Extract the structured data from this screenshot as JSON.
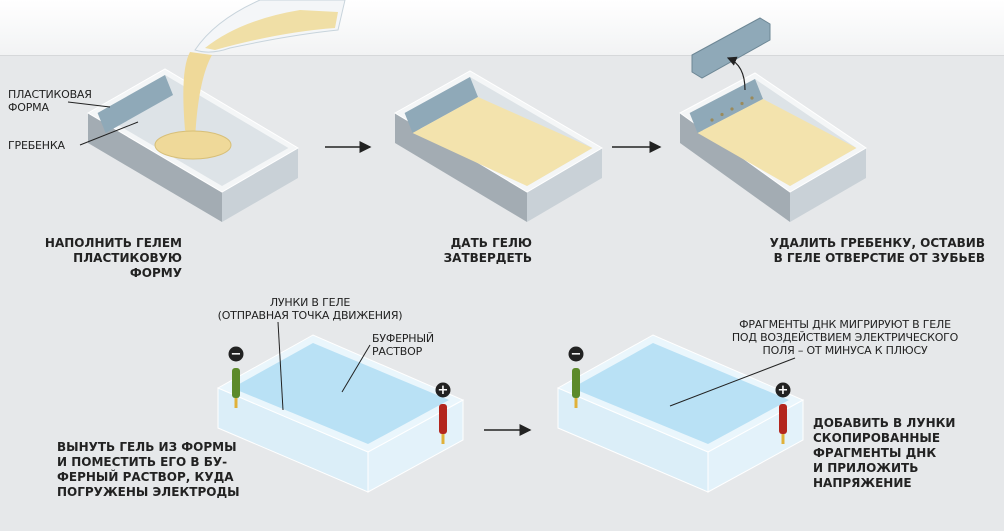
{
  "labels": {
    "plastic_form": [
      "ПЛАСТИКОВАЯ",
      "ФОРМА"
    ],
    "comb": "ГРЕБЕНКА",
    "wells": [
      "ЛУНКИ В ГЕЛЕ",
      "(ОТПРАВНАЯ ТОЧКА ДВИЖЕНИЯ)"
    ],
    "buffer": [
      "БУФЕРНЫЙ",
      "РАСТВОР"
    ],
    "migration": [
      "ФРАГМЕНТЫ ДНК МИГРИРУЮТ В ГЕЛЕ",
      "ПОД ВОЗДЕЙСТВИЕМ ЭЛЕКТРИЧЕСКОГО",
      "ПОЛЯ – ОТ МИНУСА К ПЛЮСУ"
    ]
  },
  "steps": [
    {
      "lines": [
        "НАПОЛНИТЬ ГЕЛЕМ",
        "ПЛАСТИКОВУЮ ФОРМУ"
      ]
    },
    {
      "lines": [
        "ДАТЬ ГЕЛЮ",
        "ЗАТВЕРДЕТЬ"
      ]
    },
    {
      "lines": [
        "УДАЛИТЬ ГРЕБЕНКУ, ОСТАВИВ",
        "В ГЕЛЕ ОТВЕРСТИЕ ОТ ЗУБЬЕВ"
      ]
    },
    {
      "lines": [
        "ВЫНУТЬ ГЕЛЬ ИЗ ФОРМЫ",
        "И ПОМЕСТИТЬ ЕГО В БУ-",
        "ФЕРНЫЙ РАСТВОР, КУДА",
        "ПОГРУЖЕНЫ ЭЛЕКТРОДЫ"
      ]
    },
    {
      "lines": [
        "ДОБАВИТЬ В ЛУНКИ",
        "СКОПИРОВАННЫЕ",
        "ФРАГМЕНТЫ ДНК",
        "И ПРИЛОЖИТЬ",
        "НАПРЯЖЕНИЕ"
      ]
    }
  ],
  "electrodes": {
    "negative": "−",
    "positive": "+"
  },
  "colors": {
    "gel": "#f3e3ad",
    "comb": "#8fa9b8",
    "buffer": "#b9e1f5",
    "negative": "#5c8a2a",
    "positive": "#b3261e"
  }
}
